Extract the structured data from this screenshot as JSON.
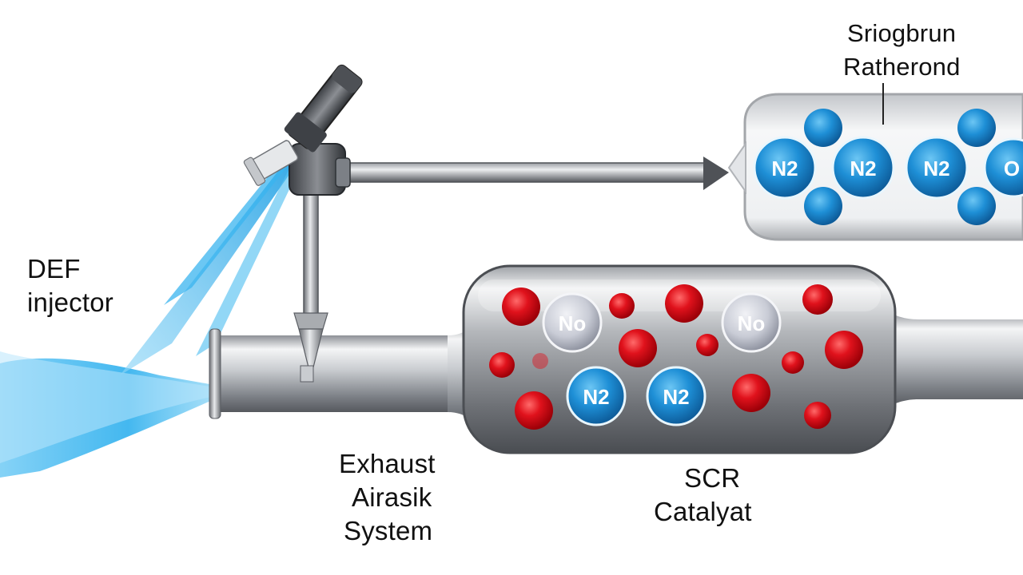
{
  "labels": {
    "top_right_line1": "Sriogbrun",
    "top_right_line2": "Ratherond",
    "def_line1": "DEF",
    "def_line2": "injector",
    "exhaust_line1": "Exhaust",
    "exhaust_line2": "Airasik",
    "exhaust_line3": "System",
    "scr_line1": "SCR",
    "scr_line2": "Catalyat"
  },
  "molecules": {
    "output_labels": [
      "N2",
      "N2",
      "N2",
      "O"
    ],
    "catalyst_nox_labels": [
      "No",
      "No"
    ],
    "catalyst_n2_labels": [
      "N2",
      "N2"
    ]
  },
  "colors": {
    "spray_blue": "#29a9e8",
    "molecule_blue": "#1e8fd6",
    "particle_red": "#e0121c",
    "nox_grey": "#c9ccd6",
    "metal_dark": "#5a5d63",
    "metal_light": "#eef0f2"
  }
}
